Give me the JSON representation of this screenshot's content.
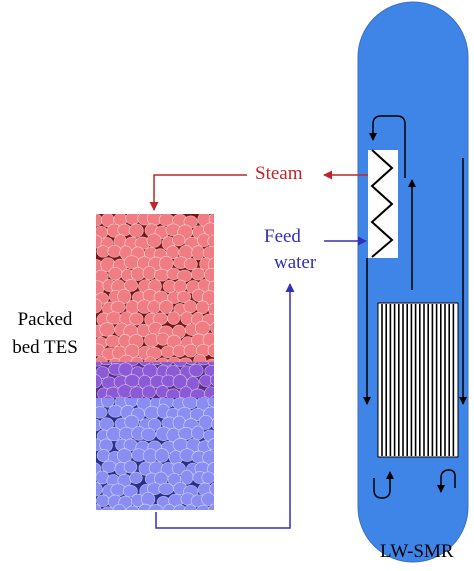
{
  "labels": {
    "steam": "Steam",
    "feed_line1": "Feed",
    "feed_line2": "water",
    "tes_line1": "Packed",
    "tes_line2": "bed TES",
    "reactor": "LW-SMR"
  },
  "colors": {
    "vessel": "#3f85e8",
    "vessel_edge": "#3a6fc4",
    "hot_zone": "#7a1416",
    "hot_pebble": "#f07d84",
    "transition_zone": "#5a2d88",
    "transition_pebble": "#8c5ad6",
    "cold_zone": "#2a2f8c",
    "cold_pebble": "#8a8ef2",
    "steam_line": "#c0262b",
    "feed_line": "#3030b8",
    "flow_arrows": "#000000"
  }
}
